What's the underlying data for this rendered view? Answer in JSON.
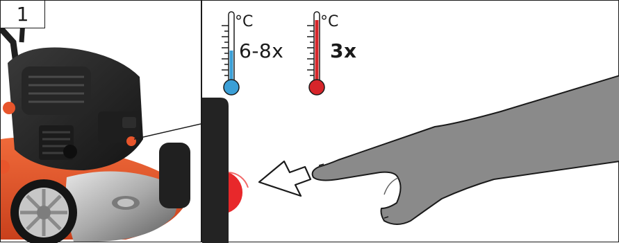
{
  "panel": {
    "number": "1"
  },
  "cold_start": {
    "icon": "thermometer-cold-icon",
    "unit": "°C",
    "presses": "6-8x",
    "color": "#3b9fd6"
  },
  "warm_start": {
    "icon": "thermometer-warm-icon",
    "unit": "°C",
    "presses": "3x",
    "color": "#d7252a"
  },
  "primer": {
    "icon": "primer-bulb-icon",
    "color": "#e8282b"
  },
  "colors": {
    "mower_deck": "#e9552b",
    "engine": "#2b2b2b",
    "hand": "#8a8a8a"
  }
}
